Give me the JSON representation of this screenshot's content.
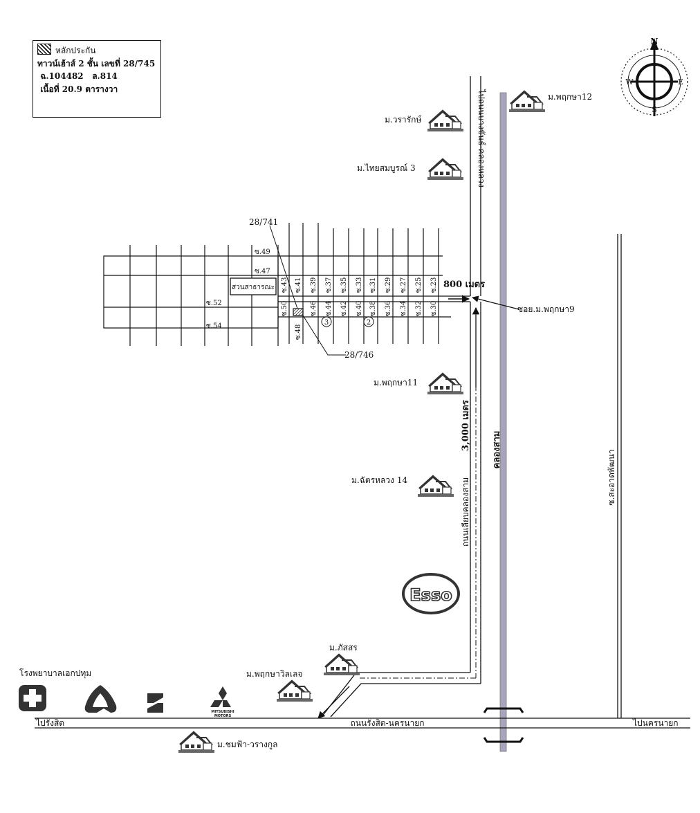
{
  "legend": {
    "collateral": "หลักประกัน",
    "townhouse": "ทาวน์เฮ้าส์ 2 ชั้น เลขที่ 28/745",
    "deed_no": "ฉ.104482",
    "land_no": "ล.814",
    "area": "เนื้อที่ 20.9  ตารางวา"
  },
  "compass": {
    "n": "N",
    "s": "S",
    "e": "E",
    "w": "W"
  },
  "villages": {
    "pruksa12": "ม.พฤกษา12",
    "wararak": "ม.วรารักษ์",
    "thaisomboon3": "ม.ไทยสมบูรณ์ 3",
    "pruksa11": "ม.พฤกษา11",
    "chattharaluang14": "ม.ฉัตรหลวง 14",
    "phatsorn": "ม.ภัสสร",
    "pruksavillage": "ม.พฤกษาวิลเลจ",
    "chomfa": "ม.ชมฟ้า-วรางกูล"
  },
  "roads": {
    "to_bangkhan": "ไปถนนบางขันธ์-คลองหลวง",
    "klong_sam_road": "ถนนเลียบคลองสาม",
    "klong_sam": "คลองสาม",
    "sa_at_phatthana": "ซ.สะอาดพัฒนา",
    "rangsit_nakhonnayok": "ถนนรังสิต-นครนายก",
    "to_rangsit": "ไปรังสิต",
    "to_nakhonnayok": "ไปนครนายก",
    "soi_pruksa9": "ซอย.ม.พฤกษา9"
  },
  "distances": {
    "d800": "800 เมตร",
    "d3000": "3,000 เมตร"
  },
  "lots": {
    "lot741": "28/741",
    "lot746": "28/746"
  },
  "park": "สวนสาธารณะ",
  "hospital": "โรงพยาบาลเอกปทุม",
  "brand": {
    "esso": "Esso",
    "mitsubishi_1": "MITSUBISHI",
    "mitsubishi_2": "MOTORS"
  },
  "markers": {
    "m2": "2",
    "m3": "3"
  },
  "sois": {
    "s49": "ซ.49",
    "s47": "ซ.47",
    "s52": "ซ.52",
    "s54": "ซ.54",
    "s43": "ซ.43",
    "s41": "ซ.41",
    "s39": "ซ.39",
    "s37": "ซ.37",
    "s35": "ซ.35",
    "s33": "ซ.33",
    "s31": "ซ.31",
    "s29": "ซ.29",
    "s27": "ซ.27",
    "s25": "ซ.25",
    "s23": "ซ.23",
    "s50": "ซ.50",
    "s48": "ซ.48",
    "s46": "ซ.46",
    "s44": "ซ.44",
    "s42": "ซ.42",
    "s40": "ซ.40",
    "s38": "ซ.38",
    "s36": "ซ.36",
    "s34": "ซ.34",
    "s32": "ซ.32",
    "s30": "ซ.30"
  },
  "colors": {
    "canal": "#a9a4bd",
    "ink": "#111111",
    "icon": "#333333"
  }
}
